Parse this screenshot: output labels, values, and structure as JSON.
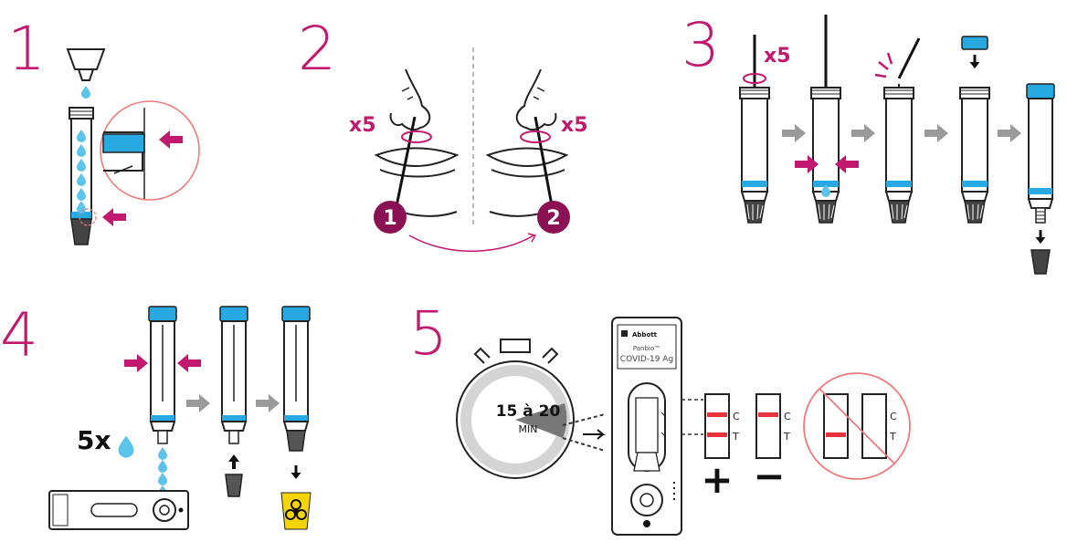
{
  "steps": [
    {
      "number": "1"
    },
    {
      "number": "2",
      "swirl_label_left": "x5",
      "swirl_label_right": "x5",
      "nostril_1": "1",
      "nostril_2": "2"
    },
    {
      "number": "3",
      "swirl_label": "x5"
    },
    {
      "number": "4",
      "drops_label": "5x"
    },
    {
      "number": "5",
      "timer_line1": "15 à 20",
      "timer_line2": "MIN",
      "device_brand": "Abbott",
      "device_product_line1": "Panbio™",
      "device_product_line2": "COVID-19 Ag",
      "control_label": "C",
      "test_label": "T",
      "positive_symbol": "+",
      "negative_symbol": "−"
    }
  ],
  "colors": {
    "accent": "#c2186f",
    "cap_blue": "#29a9e1",
    "drop_blue": "#5cc3ea",
    "arrow_grey": "#9a9a9a",
    "line_red": "#e8333c",
    "invalid_circle": "#f07a7a",
    "biohazard_yellow": "#f6d400"
  },
  "icons": [
    "arrow-right-icon",
    "arrow-down-icon",
    "arrow-up-icon",
    "stopwatch-icon",
    "biohazard-icon",
    "prohibited-icon"
  ]
}
